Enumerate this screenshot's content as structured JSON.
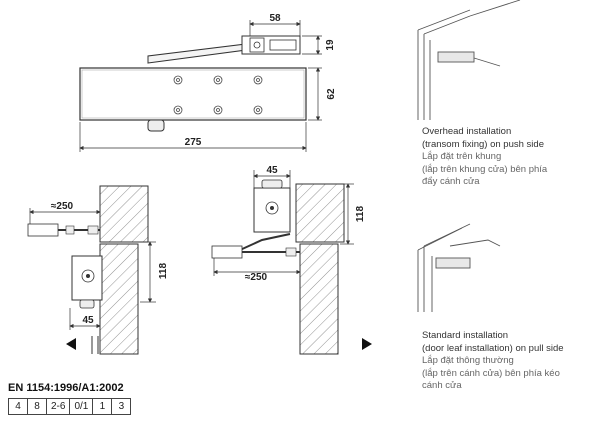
{
  "top_drawing": {
    "dim_width_total": "275",
    "dim_arm_width": "58",
    "dim_height": "62",
    "dim_arm_height": "19"
  },
  "left_drawing": {
    "dim_arm_reach": "≈250",
    "dim_height": "118",
    "dim_offset": "45"
  },
  "right_drawing": {
    "dim_offset": "45",
    "dim_height": "118",
    "dim_arm_reach": "≈250"
  },
  "captions": {
    "overhead_en_1": "Overhead installation",
    "overhead_en_2": "(transom fixing) on push side",
    "overhead_vi_1": "Lắp đặt trên khung",
    "overhead_vi_2": "(lắp trên khung cửa) bên phía",
    "overhead_vi_3": "đẩy cánh cửa",
    "standard_en_1": "Standard installation",
    "standard_en_2": "(door leaf installation) on pull side",
    "standard_vi_1": "Lắp đặt thông thường",
    "standard_vi_2": "(lắp trên cánh cửa) bên phía kéo",
    "standard_vi_3": "cánh cửa"
  },
  "standard": {
    "title": "EN 1154:1996/A1:2002",
    "classification": [
      "4",
      "8",
      "2-6",
      "0/1",
      "1",
      "3"
    ]
  }
}
